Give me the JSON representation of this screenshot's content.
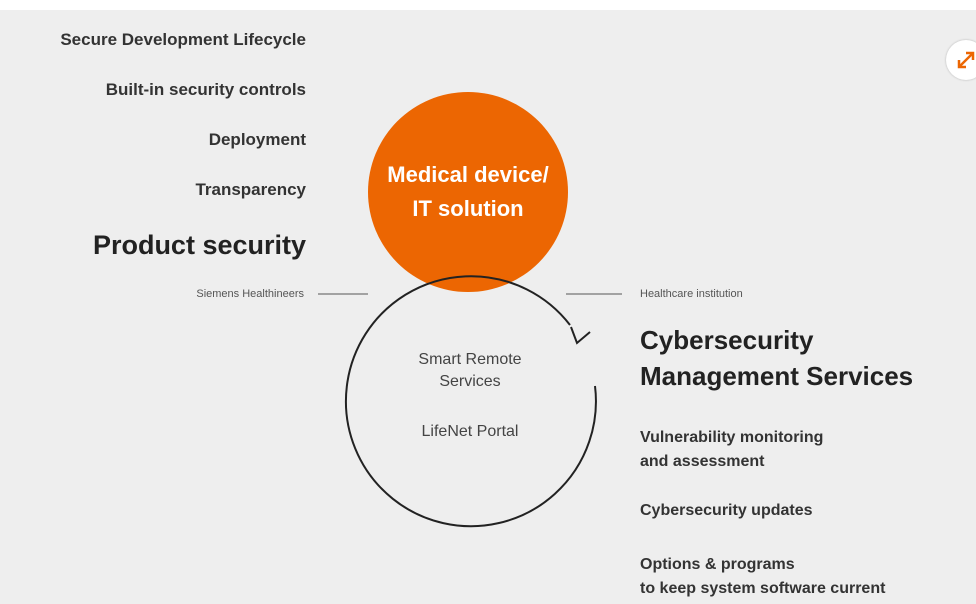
{
  "left": {
    "items": [
      "Secure Development Lifecycle",
      "Built-in security controls",
      "Deployment",
      "Transparency"
    ],
    "heading": "Product security",
    "divider_label": "Siemens Healthineers"
  },
  "circle": {
    "line1": "Medical device/",
    "line2": "IT solution",
    "color": "#ec6602"
  },
  "loop": {
    "line1": "Smart Remote",
    "line2": "Services",
    "line3": "LifeNet Portal"
  },
  "right": {
    "divider_label": "Healthcare institution",
    "heading_line1": "Cybersecurity",
    "heading_line2": "Management Services",
    "items": [
      {
        "line1": "Vulnerability monitoring",
        "line2": "and assessment"
      },
      {
        "line1": "Cybersecurity updates",
        "line2": ""
      },
      {
        "line1": "Options & programs",
        "line2": "to keep system software current"
      }
    ]
  },
  "expand_icon": "expand-arrow-icon"
}
